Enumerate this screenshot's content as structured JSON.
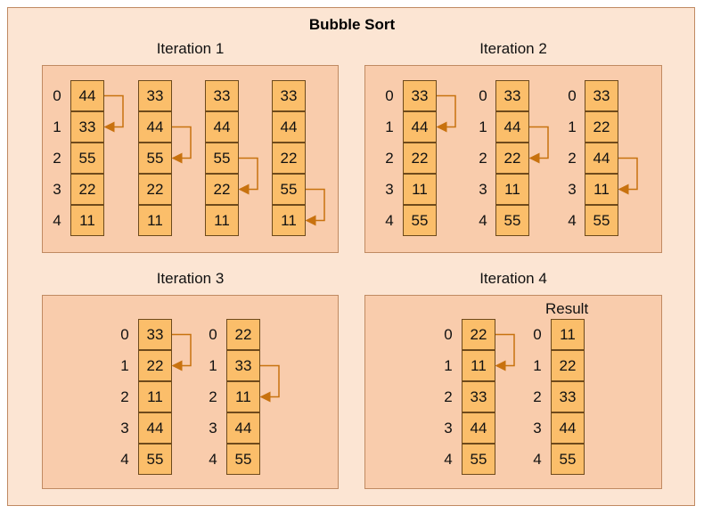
{
  "title": "Bubble Sort",
  "result_label": "Result",
  "colors": {
    "background": "#fce5d3",
    "panel": "#f9ccac",
    "cell": "#fbbe6a",
    "arrow": "#c8720f"
  },
  "iterations": [
    {
      "label": "Iteration 1",
      "arrays": [
        {
          "indices": [
            "0",
            "1",
            "2",
            "3",
            "4"
          ],
          "values": [
            "44",
            "33",
            "55",
            "22",
            "11"
          ],
          "swap": [
            0,
            1
          ]
        },
        {
          "indices": [],
          "values": [
            "33",
            "44",
            "55",
            "22",
            "11"
          ],
          "swap": [
            1,
            2
          ]
        },
        {
          "indices": [],
          "values": [
            "33",
            "44",
            "55",
            "22",
            "11"
          ],
          "swap": [
            2,
            3
          ]
        },
        {
          "indices": [],
          "values": [
            "33",
            "44",
            "22",
            "55",
            "11"
          ],
          "swap": [
            3,
            4
          ]
        }
      ]
    },
    {
      "label": "Iteration 2",
      "arrays": [
        {
          "indices": [
            "0",
            "1",
            "2",
            "3",
            "4"
          ],
          "values": [
            "33",
            "44",
            "22",
            "11",
            "55"
          ],
          "swap": [
            0,
            1
          ]
        },
        {
          "indices": [
            "0",
            "1",
            "2",
            "3",
            "4"
          ],
          "values": [
            "33",
            "44",
            "22",
            "11",
            "55"
          ],
          "swap": [
            1,
            2
          ]
        },
        {
          "indices": [
            "0",
            "1",
            "2",
            "3",
            "4"
          ],
          "values": [
            "33",
            "22",
            "44",
            "11",
            "55"
          ],
          "swap": [
            2,
            3
          ]
        }
      ]
    },
    {
      "label": "Iteration 3",
      "arrays": [
        {
          "indices": [
            "0",
            "1",
            "2",
            "3",
            "4"
          ],
          "values": [
            "33",
            "22",
            "11",
            "44",
            "55"
          ],
          "swap": [
            0,
            1
          ]
        },
        {
          "indices": [
            "0",
            "1",
            "2",
            "3",
            "4"
          ],
          "values": [
            "22",
            "33",
            "11",
            "44",
            "55"
          ],
          "swap": [
            1,
            2
          ]
        }
      ]
    },
    {
      "label": "Iteration 4",
      "arrays": [
        {
          "indices": [
            "0",
            "1",
            "2",
            "3",
            "4"
          ],
          "values": [
            "22",
            "11",
            "33",
            "44",
            "55"
          ],
          "swap": [
            0,
            1
          ]
        },
        {
          "indices": [
            "0",
            "1",
            "2",
            "3",
            "4"
          ],
          "values": [
            "11",
            "22",
            "33",
            "44",
            "55"
          ],
          "swap": null
        }
      ]
    }
  ]
}
